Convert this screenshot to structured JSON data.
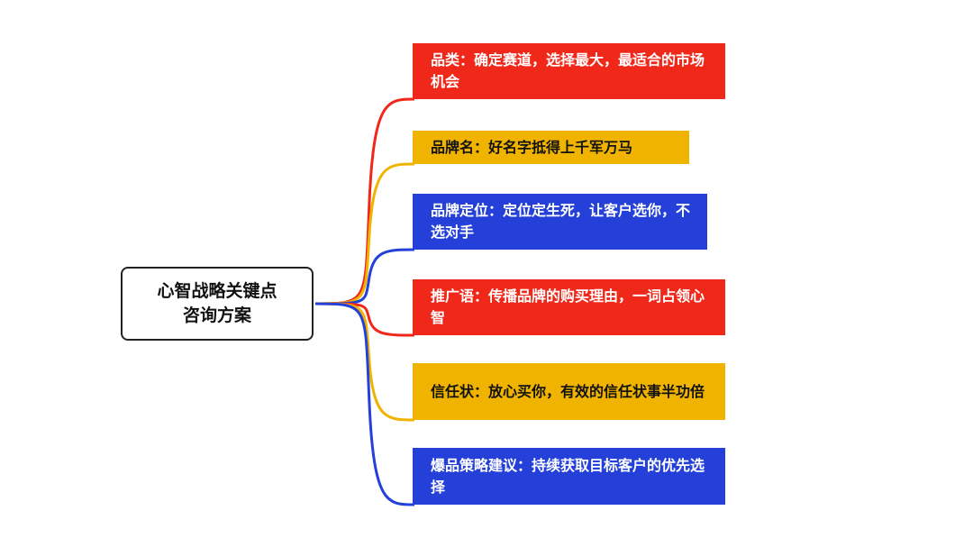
{
  "center": {
    "label": "心智战略关键点咨询方案"
  },
  "colors": {
    "red": "#f0281a",
    "yellow": "#f0b400",
    "blue": "#2440d8"
  },
  "branches": [
    {
      "label": "品类：确定赛道，选择最大，最适合的市场机会",
      "color": "red"
    },
    {
      "label": "品牌名：好名字抵得上千军万马",
      "color": "yellow"
    },
    {
      "label": "品牌定位：定位定生死，让客户选你，不选对手",
      "color": "blue"
    },
    {
      "label": "推广语：传播品牌的购买理由，一词占领心智",
      "color": "red"
    },
    {
      "label": "信任状：放心买你，有效的信任状事半功倍",
      "color": "yellow"
    },
    {
      "label": "爆品策略建议：持续获取目标客户的优先选择",
      "color": "blue"
    }
  ]
}
